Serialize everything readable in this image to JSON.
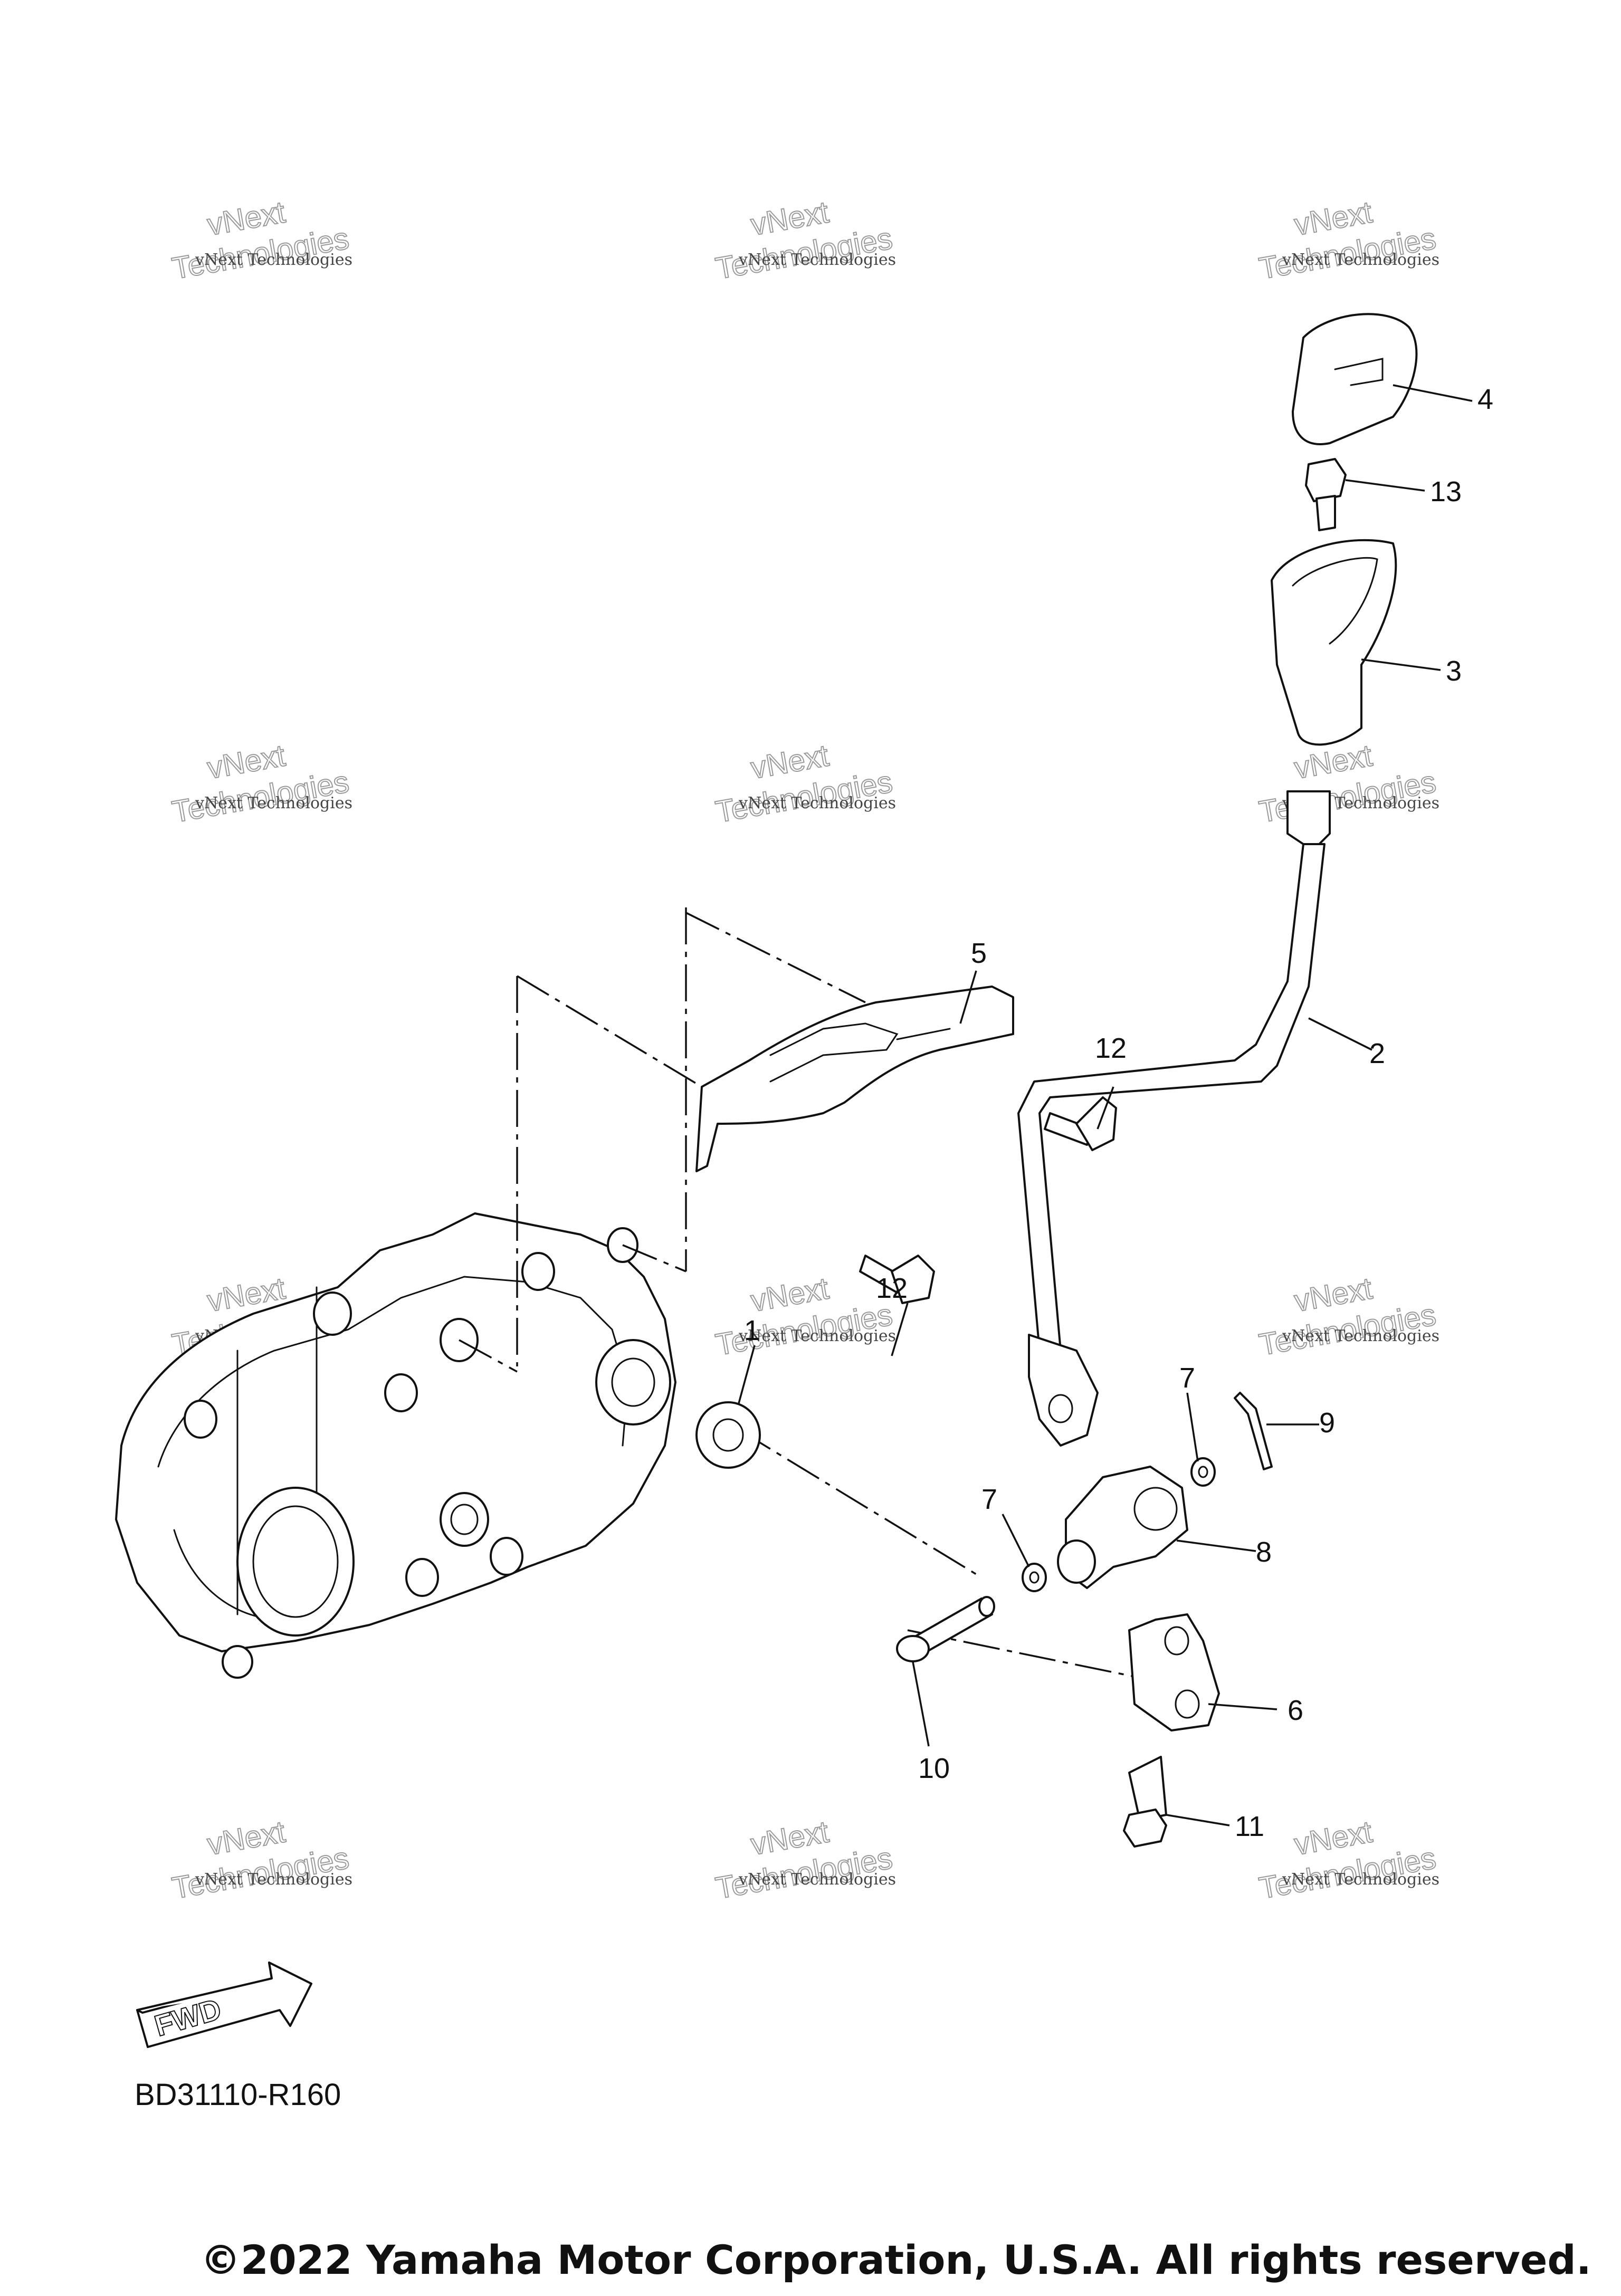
{
  "diagram": {
    "part_labels": [
      "1",
      "2",
      "3",
      "4",
      "5",
      "6",
      "7",
      "7",
      "8",
      "9",
      "10",
      "11",
      "12",
      "12",
      "13"
    ],
    "drawing_code": "BD31110-R160",
    "fwd_label": "FWD",
    "copyright": "©2022 Yamaha Motor Corporation, U.S.A. All rights reserved.",
    "watermark": {
      "line1": "vNext Technologies",
      "line2": "Technologies",
      "line3": "vNext"
    },
    "icons": [
      "fwd-arrow-icon"
    ]
  }
}
